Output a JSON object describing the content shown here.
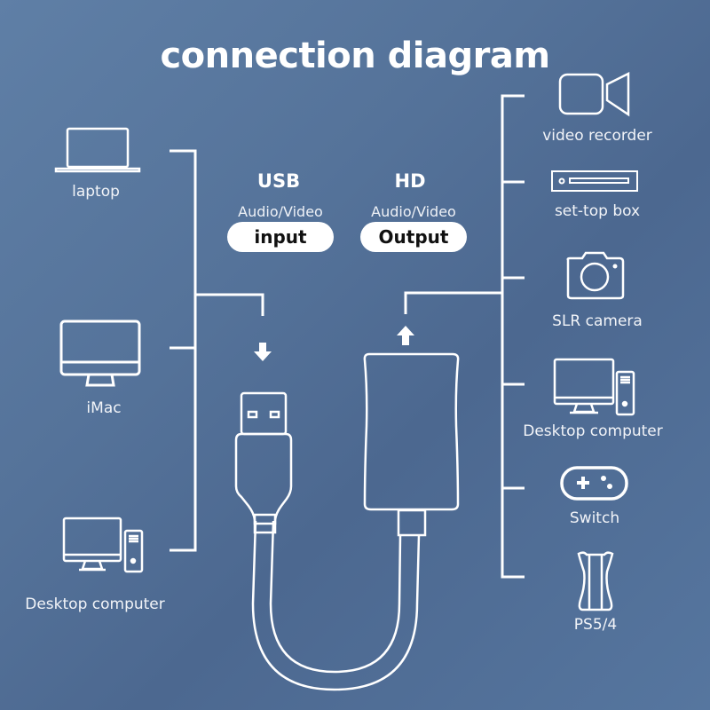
{
  "title": "connection diagram",
  "input_port": {
    "name": "USB",
    "subtitle": "Audio/Video",
    "badge": "input"
  },
  "output_port": {
    "name": "HD",
    "subtitle": "Audio/Video",
    "badge": "Output"
  },
  "input_devices": [
    {
      "label": "laptop",
      "icon": "laptop-icon"
    },
    {
      "label": "iMac",
      "icon": "imac-icon"
    },
    {
      "label": "Desktop computer",
      "icon": "desktop-computer-icon"
    }
  ],
  "output_devices": [
    {
      "label": "video recorder",
      "icon": "video-camera-icon"
    },
    {
      "label": "set-top box",
      "icon": "set-top-box-icon"
    },
    {
      "label": "SLR camera",
      "icon": "camera-icon"
    },
    {
      "label": "Desktop computer",
      "icon": "desktop-computer-icon"
    },
    {
      "label": "Switch",
      "icon": "gamepad-icon"
    },
    {
      "label": "PS5/4",
      "icon": "console-icon"
    }
  ],
  "colors": {
    "background": "#56769f",
    "line": "#ffffff",
    "pill": "#ffffff",
    "pill_text": "#111111"
  }
}
